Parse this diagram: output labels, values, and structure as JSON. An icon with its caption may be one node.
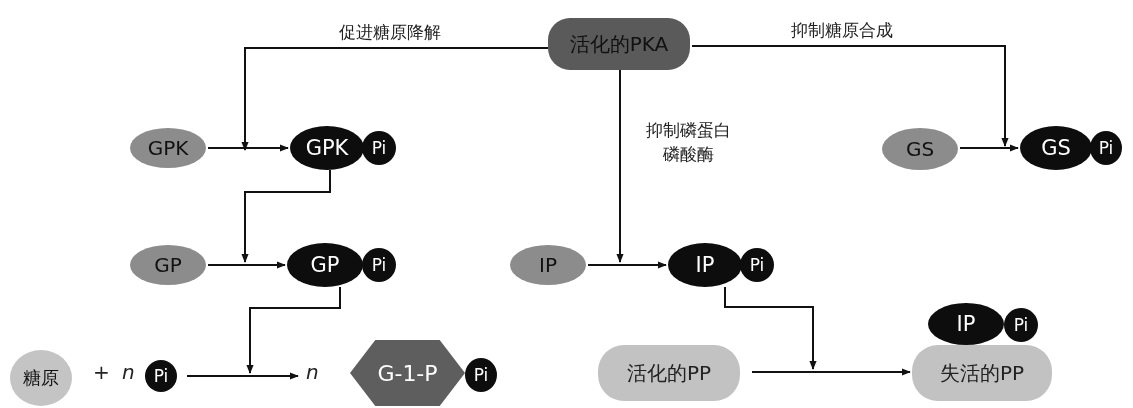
{
  "diagram": {
    "nodes": [
      {
        "text": [
          "活化的PKA"
        ]
      },
      {
        "text": [
          "GPK"
        ]
      },
      {
        "text": [
          "GPK"
        ]
      },
      {
        "text": [
          "Pi"
        ]
      },
      {
        "text": [
          "GS"
        ]
      },
      {
        "text": [
          "GS"
        ]
      },
      {
        "text": [
          "Pi"
        ]
      },
      {
        "text": [
          "GP"
        ]
      },
      {
        "text": [
          "GP"
        ]
      },
      {
        "text": [
          "Pi"
        ]
      },
      {
        "text": [
          "IP"
        ]
      },
      {
        "text": [
          "IP"
        ]
      },
      {
        "text": [
          "Pi"
        ]
      },
      {
        "text": [
          "糖原"
        ]
      },
      {
        "text": [
          "Pi"
        ]
      },
      {
        "text": [
          "G-1-P"
        ]
      },
      {
        "text": [
          "Pi"
        ]
      },
      {
        "text": [
          "IP"
        ]
      },
      {
        "text": [
          "Pi"
        ]
      },
      {
        "text": [
          "活化的PP"
        ]
      },
      {
        "text": [
          "失活的PP"
        ]
      }
    ],
    "edges": [
      {
        "from": 0,
        "to": null,
        "arrow": "to",
        "label": "促进糖原降解"
      },
      {
        "from": 0,
        "to": 5,
        "arrow": "to",
        "label": "抑制糖原合成"
      },
      {
        "from": 0,
        "to": null,
        "arrow": "to",
        "label": "抑制磷蛋白磷酸酶"
      },
      {
        "from": 1,
        "to": 2,
        "arrow": "to"
      },
      {
        "from": 7,
        "to": 8,
        "arrow": "to"
      },
      {
        "from": 4,
        "to": 5,
        "arrow": "to"
      },
      {
        "from": 10,
        "to": 11,
        "arrow": "to"
      },
      {
        "from": 14,
        "to": 15,
        "arrow": "to"
      },
      {
        "from": 19,
        "to": 20,
        "arrow": "to"
      },
      {
        "from": 2,
        "to": null,
        "arrow": "to"
      },
      {
        "from": 8,
        "to": null,
        "arrow": "to"
      },
      {
        "from": 11,
        "to": null,
        "arrow": "to"
      }
    ],
    "labels": [
      "+",
      "n",
      "n"
    ]
  }
}
